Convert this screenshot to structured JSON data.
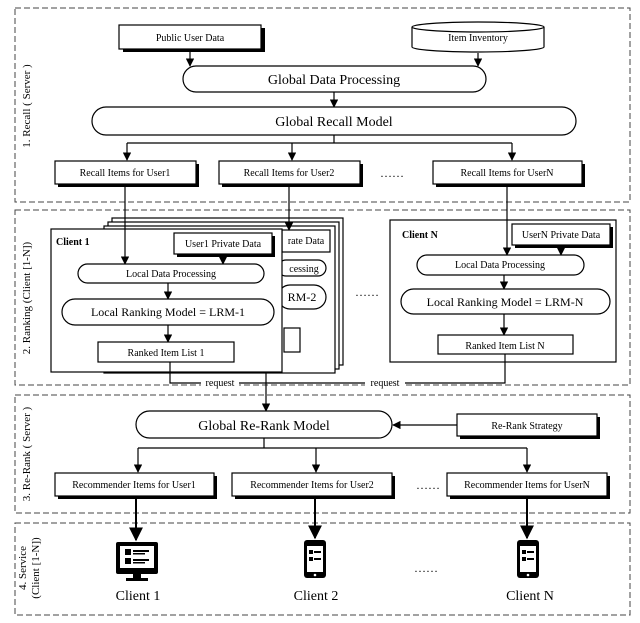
{
  "stages": {
    "recall": "1. Recall ( Server )",
    "ranking": "2. Ranking (Client [1-N])",
    "rerank": "3. Re-Rank ( Server )",
    "service_line1": "4. Service",
    "service_line2": "(Client [1-N])"
  },
  "recall": {
    "public_user_data": "Public User Data",
    "item_inventory": "Item Inventory",
    "global_data_processing": "Global Data Processing",
    "global_recall_model": "Global Recall Model",
    "recall_user1": "Recall Items for User1",
    "recall_user2": "Recall Items for User2",
    "recall_usern": "Recall Items for UserN",
    "ellipsis": "……"
  },
  "ranking": {
    "client1_title": "Client 1",
    "user1_private_data": "User1 Private Data",
    "local_data_processing": "Local Data Processing",
    "local_ranking_model_1": "Local Ranking Model =  LRM-1",
    "ranked_item_list_1": "Ranked Item List 1",
    "stack_private_frag": "rate Data",
    "stack_processing_frag": "cessing",
    "stack_lrm_frag": "RM-2",
    "ellipsis": "……",
    "clientn_title": "Client N",
    "usern_private_data": "UserN Private Data",
    "local_data_processing_n": "Local Data Processing",
    "local_ranking_model_n": "Local Ranking Model = LRM-N",
    "ranked_item_list_n": "Ranked Item List N",
    "request_label_1": "request",
    "request_label_2": "request"
  },
  "rerank": {
    "global_rerank_model": "Global Re-Rank Model",
    "rerank_strategy": "Re-Rank Strategy",
    "rec_user1": "Recommender Items for User1",
    "rec_user2": "Recommender Items for User2",
    "rec_usern": "Recommender Items for UserN",
    "ellipsis": "……"
  },
  "service": {
    "client1": "Client 1",
    "client2": "Client 2",
    "clientn": "Client N",
    "ellipsis": "……",
    "device1_icon": "desktop-monitor-icon",
    "device2_icon": "mobile-phone-icon",
    "devicen_icon": "mobile-phone-icon"
  }
}
